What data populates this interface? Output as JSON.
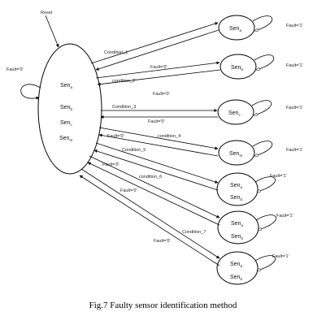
{
  "reset_label": "Reset",
  "main_state": {
    "self_loop_label": "Fault='0'",
    "sensors": [
      {
        "base": "Sen",
        "sub": "a"
      },
      {
        "base": "Sen",
        "sub": "b"
      },
      {
        "base": "Sen",
        "sub": "c"
      },
      {
        "base": "Sen",
        "sub": "m"
      }
    ]
  },
  "fault_states": [
    {
      "lines": [
        {
          "base": "Sen",
          "sub": "a"
        }
      ],
      "loop_label": "Fault='1'"
    },
    {
      "lines": [
        {
          "base": "Sen",
          "sub": "b"
        }
      ],
      "loop_label": "Fault='1'"
    },
    {
      "lines": [
        {
          "base": "Sen",
          "sub": "c"
        }
      ],
      "loop_label": "Fault='1'"
    },
    {
      "lines": [
        {
          "base": "Sen",
          "sub": "m"
        }
      ],
      "loop_label": "Fault='1'"
    },
    {
      "lines": [
        {
          "base": "Sen",
          "sub": "a"
        },
        {
          "base": "Sen",
          "sub": "b"
        }
      ],
      "loop_label": "Fault='1'"
    },
    {
      "lines": [
        {
          "base": "Sen",
          "sub": "a"
        },
        {
          "base": "Sen",
          "sub": "b"
        }
      ],
      "loop_label": "Fault='1'"
    },
    {
      "lines": [
        {
          "base": "Sen",
          "sub": "a"
        },
        {
          "base": "Sen",
          "sub": "b"
        }
      ],
      "loop_label": "Fault='1'"
    }
  ],
  "transitions": [
    {
      "condition": "Condition_1",
      "return": "Fault='0'"
    },
    {
      "condition": "condition_2",
      "return": "Fault='0'"
    },
    {
      "condition": "Condition_3",
      "return": "Fault='0'"
    },
    {
      "condition": "condition_4",
      "return": "Fault='0'"
    },
    {
      "condition": "Condition_5",
      "return": "Fault='0'"
    },
    {
      "condition": "condition_6",
      "return": "Fault='0'"
    },
    {
      "condition": "Condition_7",
      "return": "Fault='0'"
    }
  ],
  "caption": "Fig.7 Faulty sensor identification method"
}
